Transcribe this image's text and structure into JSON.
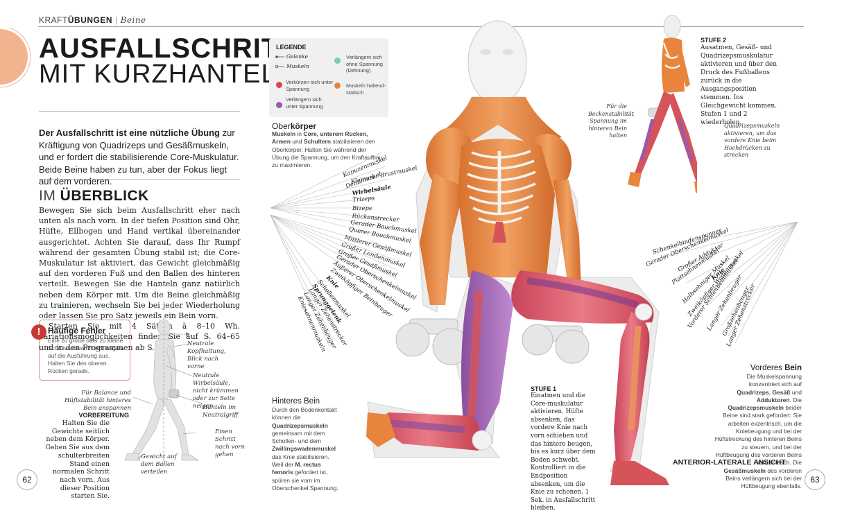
{
  "header": {
    "section_light": "KRAFT",
    "section_bold": "ÜBUNGEN",
    "subsection": "Beine"
  },
  "title": {
    "line1": "AUSFALLSCHRITT",
    "line2": "MIT KURZHANTELN"
  },
  "intro": {
    "bold1": "Der Ausfallschritt ist eine nützliche Übung",
    "rest": " zur Kräftigung von Quadrizeps und Gesäßmuskeln, und er fordert die stabilisierende Core-Muskulatur. Beide Beine haben zu tun, aber der Fokus liegt auf dem vorderen."
  },
  "overview": {
    "heading_light": "IM",
    "heading_bold": "ÜBERBLICK",
    "text": "Bewegen Sie sich beim Ausfallschritt eher nach unten als nach vorn. In der tiefen Position sind Ohr, Hüfte, Ellbogen und Hand vertikal übereinander ausgerichtet. Achten Sie darauf, dass Ihr Rumpf während der gesamten Übung stabil ist; die Core-Muskulatur ist aktiviert, das Gewicht gleichmäßig auf den vorderen Fuß und den Ballen des hinteren verteilt. Bewegen Sie die Hanteln ganz natürlich neben dem Körper mit. Um die Beine gleichmäßig zu trainieren, wechseln Sie bei jeder Wiederholung oder lassen Sie pro Satz jeweils ein Bein vorn.",
    "text2": "Starten Sie mit 4 Sätzen à 8–10 Wh. Variationsmöglichkeiten finden Sie auf S. 64–65 und in den Programmen ab S. 201."
  },
  "mistakes": {
    "icon": "!",
    "title": "Häufige Fehler",
    "text": "Eine zu große oder zu kleine Schrittweite wirkt sich negativ auf die Ausführung aus. Halten Sie den oberen Rücken gerade."
  },
  "small_figure_notes": {
    "n1": "Neutrale Kopfhaltung, Blick nach vorne",
    "n2": "Neutrale Wirbelsäule, nicht krümmen oder zur Seite neigen",
    "n3": "Hanteln im Neutralgriff",
    "n4": "Einen Schritt nach vorn gehen",
    "n5": "Gewicht auf dem Ballen verteilen",
    "n6": "Für Balance und Hüftstabilität hinteres Bein anspannen"
  },
  "preparation": {
    "title": "VORBEREITUNG",
    "text": "Halten Sie die Gewichte seitlich neben dem Körper. Gehen Sie aus dem schulterbreiten Stand einen normalen Schritt nach vorn. Aus dieser Position starten Sie."
  },
  "page_left": "62",
  "page_right": "63",
  "legend": {
    "title": "LEGENDE",
    "joints": "Gelenke",
    "muscles": "Muskeln",
    "shorten": "Verkürzen sich unter Spannung",
    "lengthen": "Verlängern sich unter Spannung",
    "lengthen_no": "Verlängern sich ohne Spannung (Dehnung)",
    "static": "Muskeln haltend-statisch",
    "colors": {
      "shorten": "#d94848",
      "lengthen": "#9b5aa8",
      "lengthen_no": "#7ec8c0",
      "static": "#e8843c"
    }
  },
  "upper_body": {
    "title_light": "Ober",
    "title_rest": "körper",
    "b1": "Muskeln",
    "t1": " in ",
    "b2": "Core, unterem Rücken, Armen",
    "t2": " und ",
    "b3": "Schultern",
    "t3": " stabilisieren den Oberkörper. Halten Sie während der Übung die Spannung, um den Kraftaufbau zu maximieren."
  },
  "left_labels": [
    "Kapuzenmuskel",
    "Deltamuskel",
    "Kleinerer Brustmuskel",
    "Wirbelsäule",
    "Trizeps",
    "Bizeps",
    "Rückenstrecker",
    "Gerader Bauchmuskel",
    "Querer Bauchmuskel",
    "Mittlerer Gesäßmuskel",
    "Großer Lendenmuskel",
    "Großer Gesäßmuskel",
    "Gerader Oberschenkelmuskel",
    "Äußerer Oberschenkelmuskel",
    "Zweiköpfiger Beinbeuger",
    "Knie",
    "Schollenmuskel",
    "Sprunggelenk",
    "Langer Zehenstrecker",
    "Langer Zehenbeuger",
    "Kniesehnenmuskeln"
  ],
  "right_labels": [
    "Schenkelbindenspanner",
    "Gerader Oberschenkelmuskel",
    "Großer Adduktor",
    "Plattsehnenmuskel",
    "Knie",
    "Halbsehniger Muskel",
    "Zweiköpfiger Wadenmuskel",
    "Vorderer Schienbeinmuskel",
    "Langer Zehenbeuger",
    "Großzehenbeuger",
    "Langer Zehenstrecker"
  ],
  "stage2": {
    "title": "STUFE 2",
    "text": "Ausatmen, Gesäß- und Quadrizepsmuskulatur aktivieren und über den Druck des Fußballens zurück in die Ausgangsposition stemmen. Ins Gleichgewicht kommen. Stufen 1 und 2 wiederholen.",
    "note_left": "Für die Beckenstabilität Spannung im hinteren Bein halten",
    "note_right": "Quadrizepsmuskeln aktivieren, um das vordere Knie beim Hochdrücken zu strecken"
  },
  "back_leg": {
    "title": "Hinteres Bein",
    "t1": "Durch den Bodenkontakt können die ",
    "b1": "Quadrizepsmuskeln",
    "t2": " gemeinsam mit dem Schollen- und dem ",
    "b2": "Zwillingswadenmuskel",
    "t3": " das Knie stabilisieren. Weil der ",
    "b3": "M. rectus femoris",
    "t4": " gefordert ist, spüren sie vorn im Oberschenkel Spannung."
  },
  "stage1": {
    "title": "STUFE 1",
    "text": "Einatmen und die Core-muskulatur aktivieren. Hüfte absenken, das vordere Knie nach vorn schieben und das hintere beugen, bis es kurz über dem Boden schwebt. Kontrolliert in die Endposition absenken, um die Knie zu schonen. 1 Sek. in Ausfallschritt bleiben."
  },
  "front_leg": {
    "title_light": "Vorderes ",
    "title_bold": "Bein",
    "t1": "Die Muskelspannung konzentriert sich auf ",
    "b1": "Quadrizeps",
    "t2": ", ",
    "b2": "Gesäß",
    "t3": " und ",
    "b3": "Adduktoren",
    "t4": ". Die ",
    "b4": "Quadrizepsmuskeln",
    "t5": " beider Beine sind stark gefordert: Sie arbeiten exzentrisch, um die Kniebeugung und bei der Hüftstreckung des hinteren Beins zu steuern, und bei der Hüftbeugung des vorderen Beins konzentrisch. Die ",
    "b5": "Gesäßmuskeln",
    "t6": " des vorderen Beins verlängern sich bei der Hüftbeugung ebenfalls."
  },
  "view_label": "ANTERIOR-LATERALE ANSICHT"
}
